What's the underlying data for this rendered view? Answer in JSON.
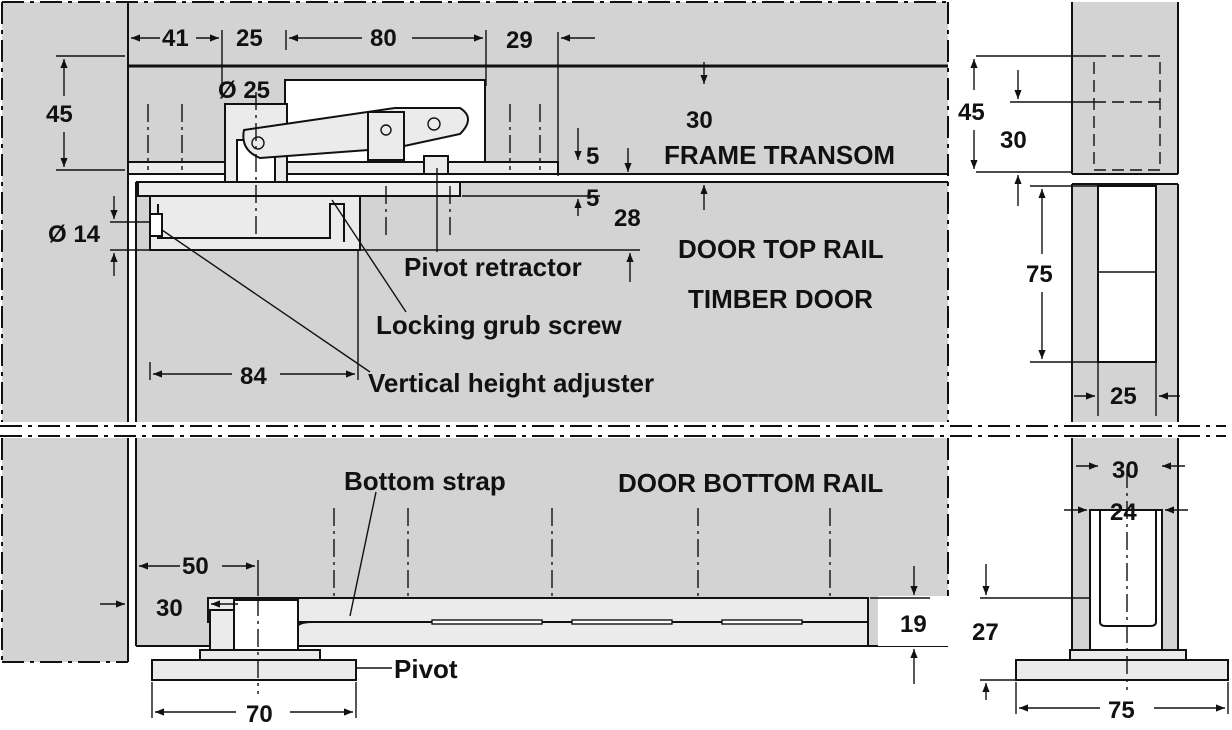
{
  "labels": {
    "frame_transom": "FRAME TRANSOM",
    "door_top_rail": "DOOR TOP RAIL",
    "timber_door": "TIMBER DOOR",
    "door_bottom_rail": "DOOR BOTTOM RAIL",
    "pivot_retractor": "Pivot retractor",
    "locking_grub_screw": "Locking grub screw",
    "vertical_height_adjuster": "Vertical height adjuster",
    "bottom_strap": "Bottom strap",
    "pivot": "Pivot"
  },
  "dimensions": {
    "d41": "41",
    "d25_top": "25",
    "d80": "80",
    "d29": "29",
    "dia25": "Ø 25",
    "d45_left": "45",
    "d30_top": "30",
    "d5_upper": "5",
    "d5_lower": "5",
    "d28": "28",
    "dia14": "Ø 14",
    "d84": "84",
    "d45_side": "45",
    "d30_side": "30",
    "d75_side": "75",
    "d25_side": "25",
    "d30_bottom_side": "30",
    "d24": "24",
    "d27": "27",
    "d75_bottom_side": "75",
    "d50": "50",
    "d30_bottom": "30",
    "d19": "19",
    "d70": "70"
  }
}
